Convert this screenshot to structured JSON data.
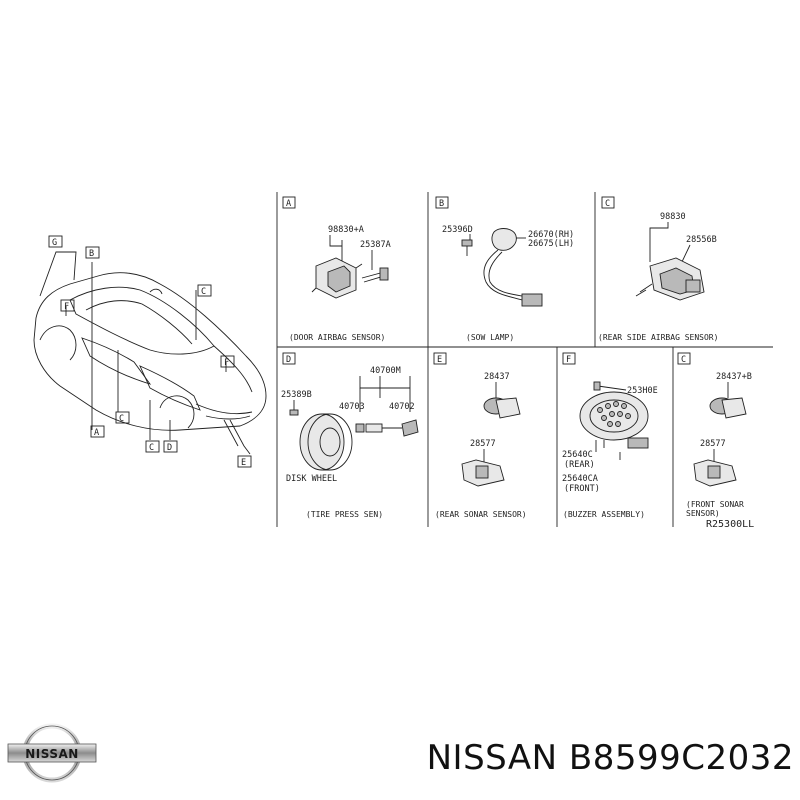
{
  "diagram": {
    "ref_code": "R25300LL",
    "overview_callouts": {
      "A": "A",
      "B": "B",
      "C": "C",
      "D": "D",
      "E": "E",
      "F": "F",
      "G": "G"
    },
    "panels": {
      "a": {
        "letter": "A",
        "caption": "(DOOR AIRBAG SENSOR)",
        "parts": [
          "98830+A",
          "25387A"
        ]
      },
      "b": {
        "letter": "B",
        "caption": "(SOW LAMP)",
        "parts": [
          "25396D",
          "26670(RH)",
          "26675(LH)"
        ]
      },
      "c1": {
        "letter": "C",
        "caption": "(REAR SIDE AIRBAG SENSOR)",
        "parts": [
          "98830",
          "28556B"
        ]
      },
      "d": {
        "letter": "D",
        "caption": "(TIRE PRESS SEN)",
        "parts": [
          "40700M",
          "25389B",
          "40703",
          "40702"
        ],
        "label": "DISK WHEEL"
      },
      "e": {
        "letter": "E",
        "caption": "(REAR SONAR SENSOR)",
        "parts": [
          "28437",
          "28577"
        ]
      },
      "f": {
        "letter": "F",
        "caption": "(BUZZER ASSEMBLY)",
        "parts": [
          "253H0E",
          "25640C",
          "(REAR)",
          "25640CA",
          "(FRONT)"
        ]
      },
      "c2": {
        "letter": "C",
        "caption_line1": "(FRONT SONAR",
        "caption_line2": "SENSOR)",
        "parts": [
          "28437+B",
          "28577"
        ]
      }
    }
  },
  "brand": {
    "logo_name": "nissan-logo",
    "logo_text": "NISSAN",
    "part_line": "NISSAN B8599C2032"
  },
  "colors": {
    "ink": "#222222",
    "background": "#ffffff"
  }
}
